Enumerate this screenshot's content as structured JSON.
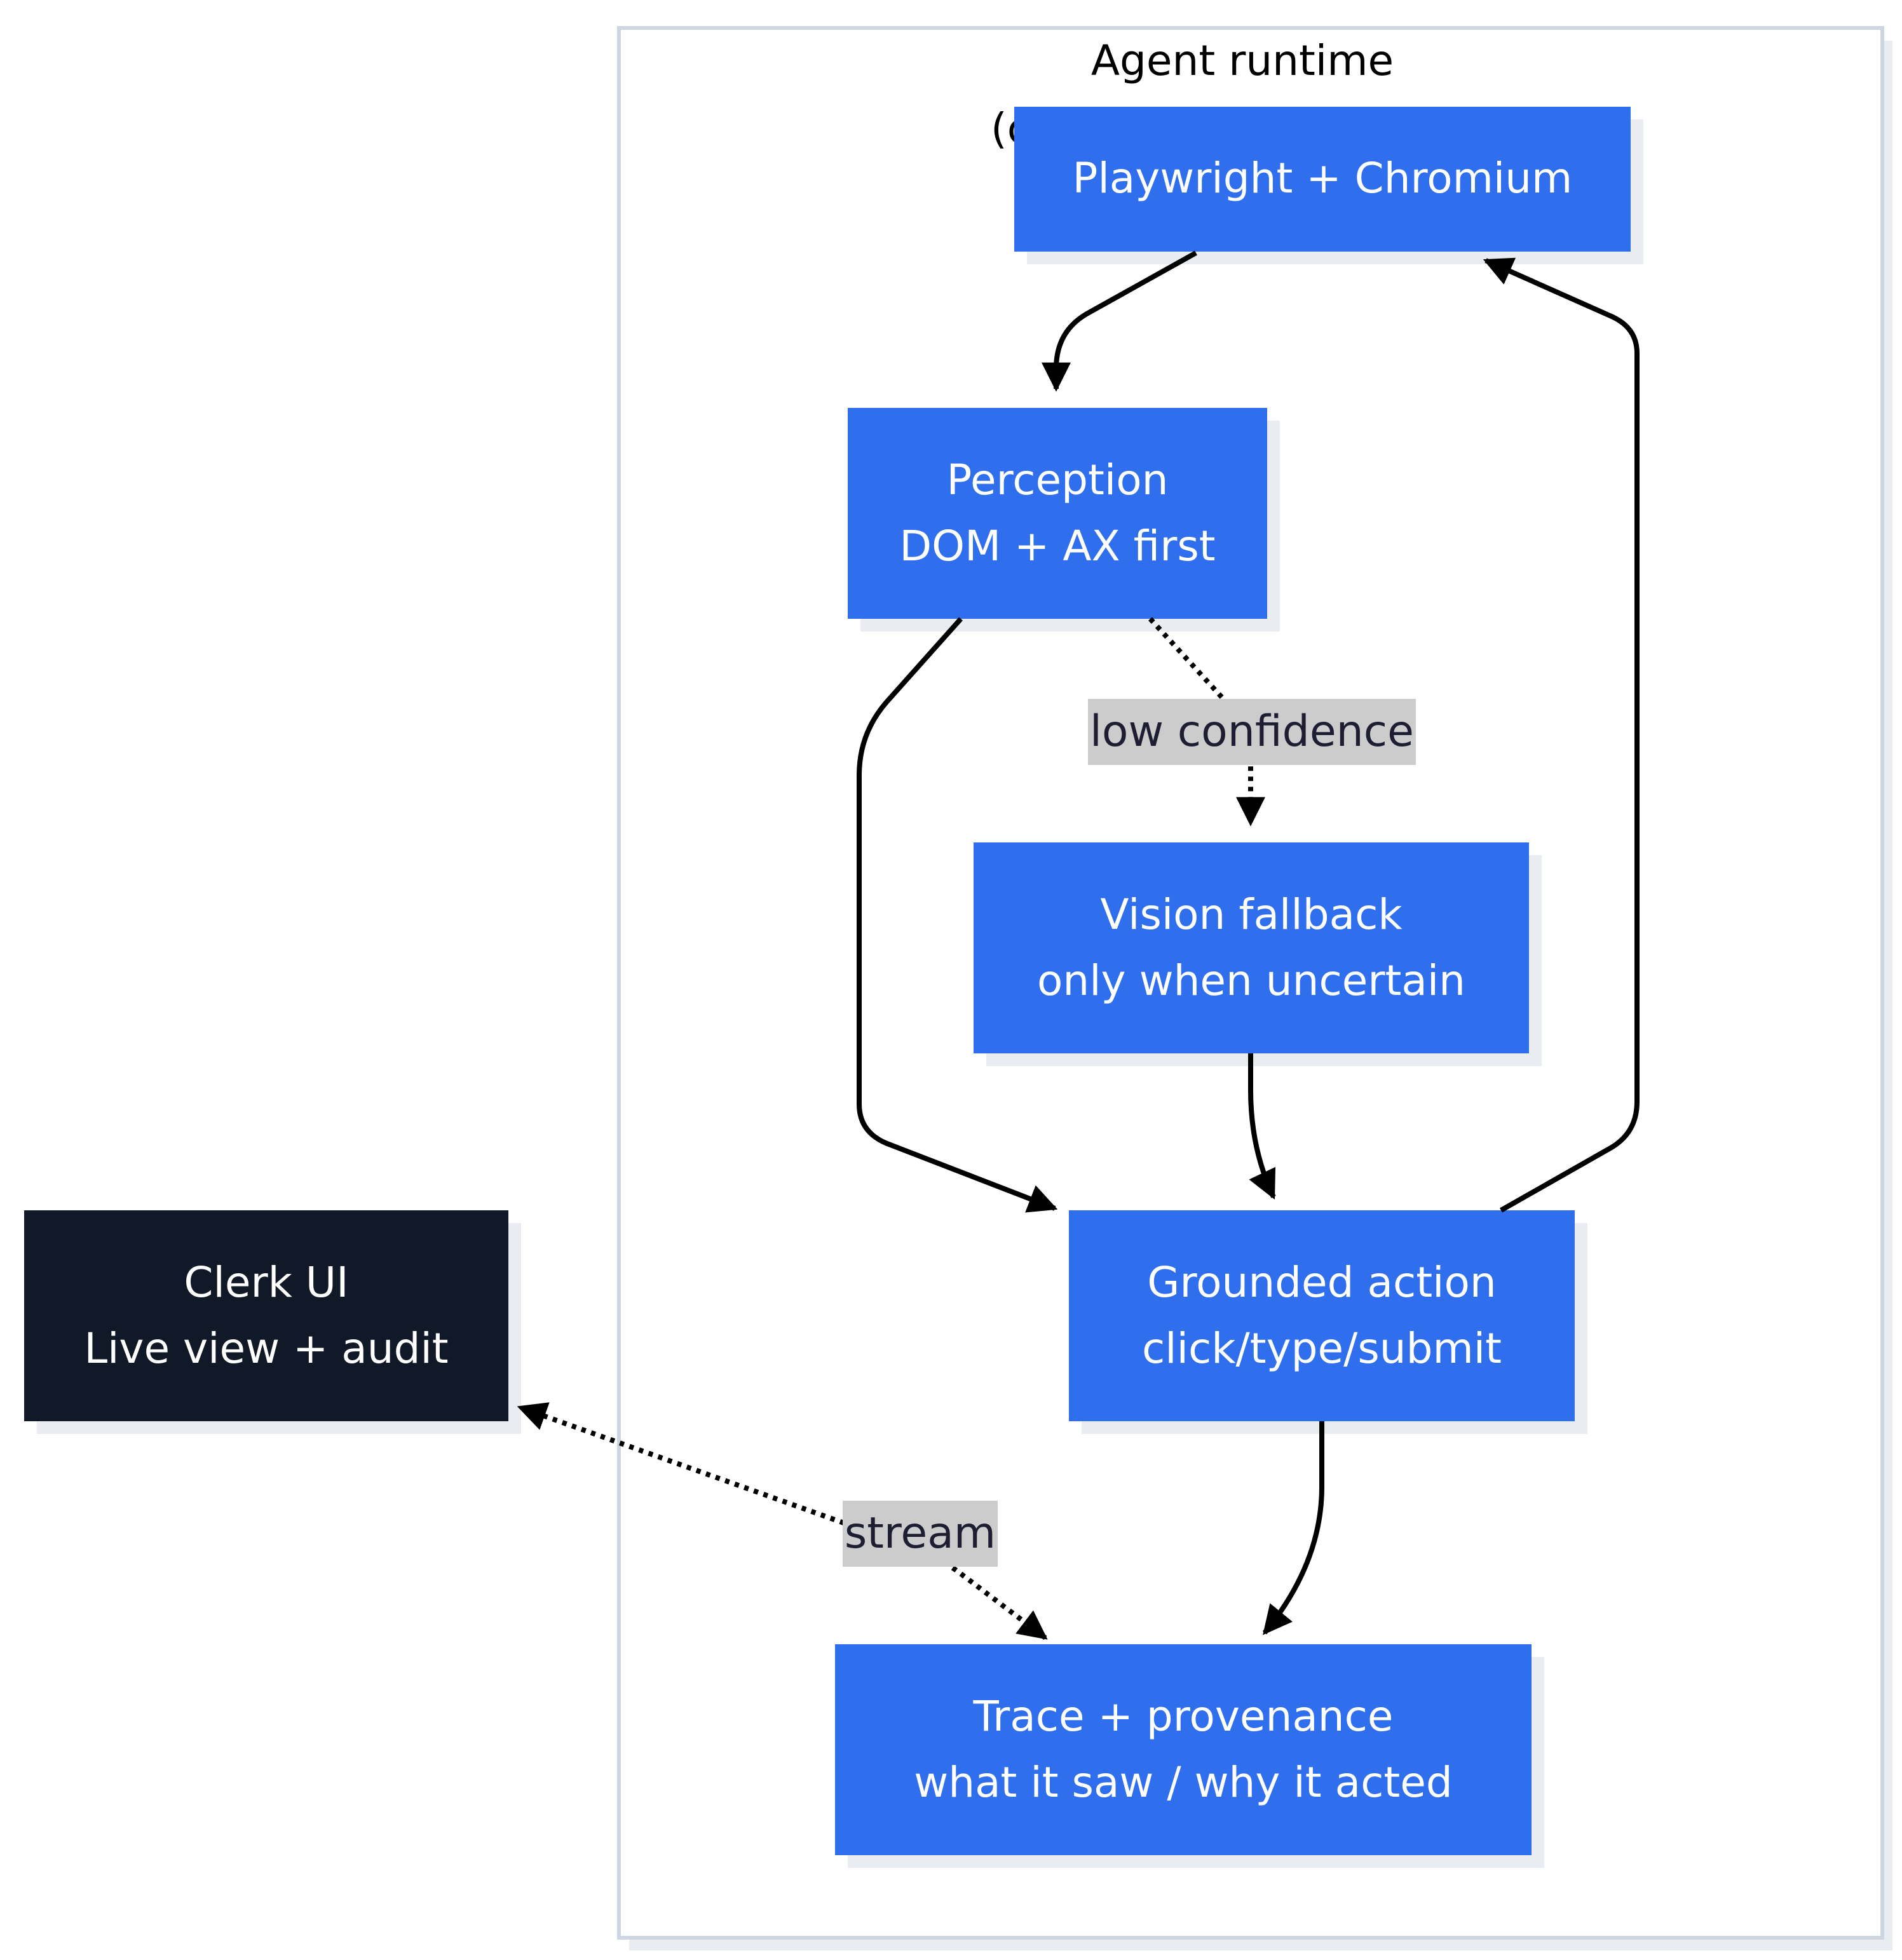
{
  "colors": {
    "node_fill": "#2f6fed",
    "dark_node_fill": "#111827",
    "node_text": "#ffffff",
    "shadow": "#e9ecf1",
    "cluster_border": "#cdd6e1",
    "edge": "#000000",
    "edge_label_bg": "#cccccc",
    "edge_label_text": "#1e1e32"
  },
  "cluster": {
    "title": "Agent runtime",
    "title_clipped": "(c"
  },
  "nodes": {
    "playwright": {
      "lines": [
        "Playwright + Chromium"
      ]
    },
    "perception": {
      "lines": [
        "Perception",
        "DOM + AX first"
      ]
    },
    "vision": {
      "lines": [
        "Vision fallback",
        "only when uncertain"
      ]
    },
    "action": {
      "lines": [
        "Grounded action",
        "click/type/submit"
      ]
    },
    "trace": {
      "lines": [
        "Trace + provenance",
        "what it saw / why it acted"
      ]
    },
    "clerk": {
      "lines": [
        "Clerk UI",
        "Live view + audit"
      ]
    }
  },
  "edges": [
    {
      "from": "playwright",
      "to": "perception",
      "style": "solid",
      "label": ""
    },
    {
      "from": "perception",
      "to": "vision",
      "style": "dotted",
      "label": "low confidence"
    },
    {
      "from": "perception",
      "to": "action",
      "style": "solid",
      "label": ""
    },
    {
      "from": "vision",
      "to": "action",
      "style": "solid",
      "label": ""
    },
    {
      "from": "action",
      "to": "playwright",
      "style": "solid",
      "label": ""
    },
    {
      "from": "action",
      "to": "trace",
      "style": "solid",
      "label": ""
    },
    {
      "from": "trace",
      "to": "clerk",
      "style": "dotted",
      "bidirectional": true,
      "label": "stream"
    }
  ]
}
